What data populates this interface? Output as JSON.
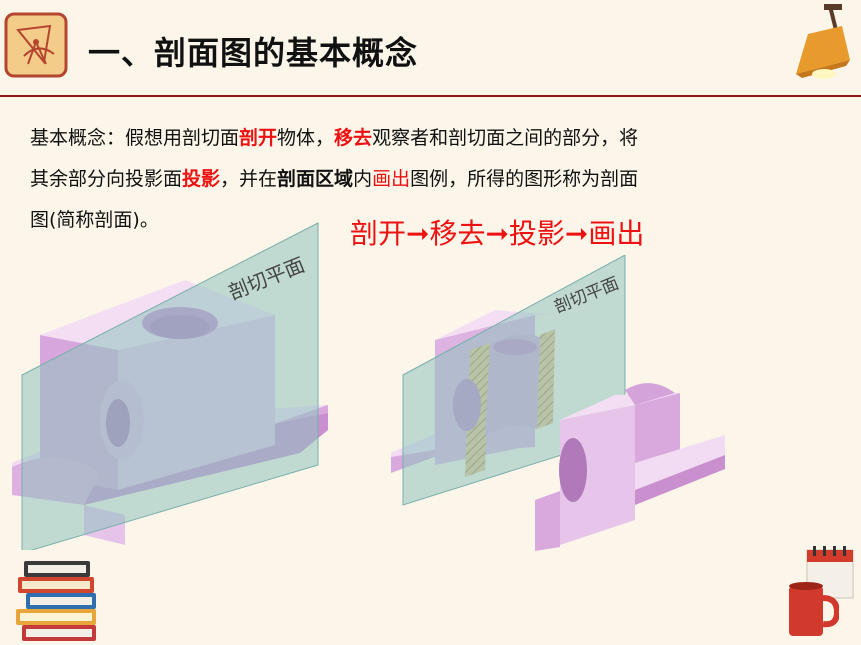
{
  "slide": {
    "title": "一、剖面图的基本概念",
    "paragraph": {
      "p1": "基本概念：假想用剖切面",
      "k1": "剖开",
      "p2": "物体，",
      "k2": "移去",
      "p3": "观察者和剖切面之间的部分，将",
      "p4": "其余部分向投影面",
      "k3": "投影",
      "p5": "，并在",
      "k4": "剖面区域",
      "p6": "内",
      "k5": "画出",
      "p7": "图例，所得的图形称为剖面",
      "p8": "图(简称剖面)。"
    },
    "steps": "剖开➞移去➞投影➞画出",
    "figure_left_label": "剖切平面",
    "figure_right_label": "剖切平面"
  },
  "colors": {
    "accent_red": "#e11111",
    "rule": "#8a1c1c",
    "part_pink": "#e7c4ea",
    "plane_teal": "#9ec9c4",
    "hatch": "#e6c58a"
  },
  "icons": {
    "logo": "compass-ruler-icon",
    "lamp": "desk-lamp-icon",
    "books": "book-stack-icon",
    "calendar": "calendar-icon",
    "mug": "mug-icon"
  }
}
